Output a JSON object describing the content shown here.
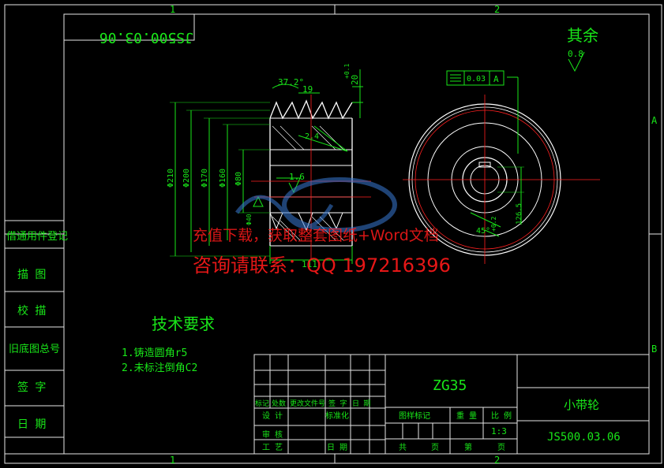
{
  "drawing_number_flipped": "JS500.03.06",
  "grid_labels": {
    "top_1": "1",
    "top_2": "2",
    "bottom_1": "1",
    "bottom_2": "2",
    "right_a": "A",
    "right_b": "B"
  },
  "surface_finish": {
    "label": "其余",
    "value": "0.8"
  },
  "tolerance_frame": {
    "value": "0.03",
    "datum": "A"
  },
  "dimensions": {
    "angle": "37.2°",
    "groove_width": "19",
    "tol_plus": "+0.1",
    "depth": "20",
    "d210": "Φ210",
    "d200": "Φ200",
    "d170": "Φ170",
    "d160": "Φ160",
    "d80": "Φ80",
    "groove_depth": "2.4",
    "roughness": "1.6",
    "width": "111",
    "hub_dim": "Φ40",
    "angle45": "45°",
    "key_tol": "+0.2",
    "key_depth": "126.5"
  },
  "watermark": {
    "line1": "充值下载，获取整套图纸+Word文档",
    "line2": "咨询请联系：QQ 197216396"
  },
  "tech_requirements": {
    "title": "技术要求",
    "items": [
      "1.铸造圆角r5",
      "2.未标注倒角C2"
    ]
  },
  "side_table": [
    "借通用件登记",
    "描  图",
    "校  描",
    "旧底图总号",
    "签  字",
    "日  期"
  ],
  "title_block": {
    "material": "ZG35",
    "part_name": "小带轮",
    "drawing_no": "JS500.03.06",
    "scale": "1:3",
    "headers_row1": [
      "标记",
      "处数",
      "更改文件号",
      "签 字",
      "日 期"
    ],
    "designer": "设 计",
    "standardization": "标准化",
    "review": "审 核",
    "process": "工 艺",
    "date": "日 期",
    "stage_mark": "图样标记",
    "weight": "重 量",
    "scale_label": "比 例",
    "total": "共",
    "page": "页",
    "sheet": "第",
    "page2": "页"
  }
}
